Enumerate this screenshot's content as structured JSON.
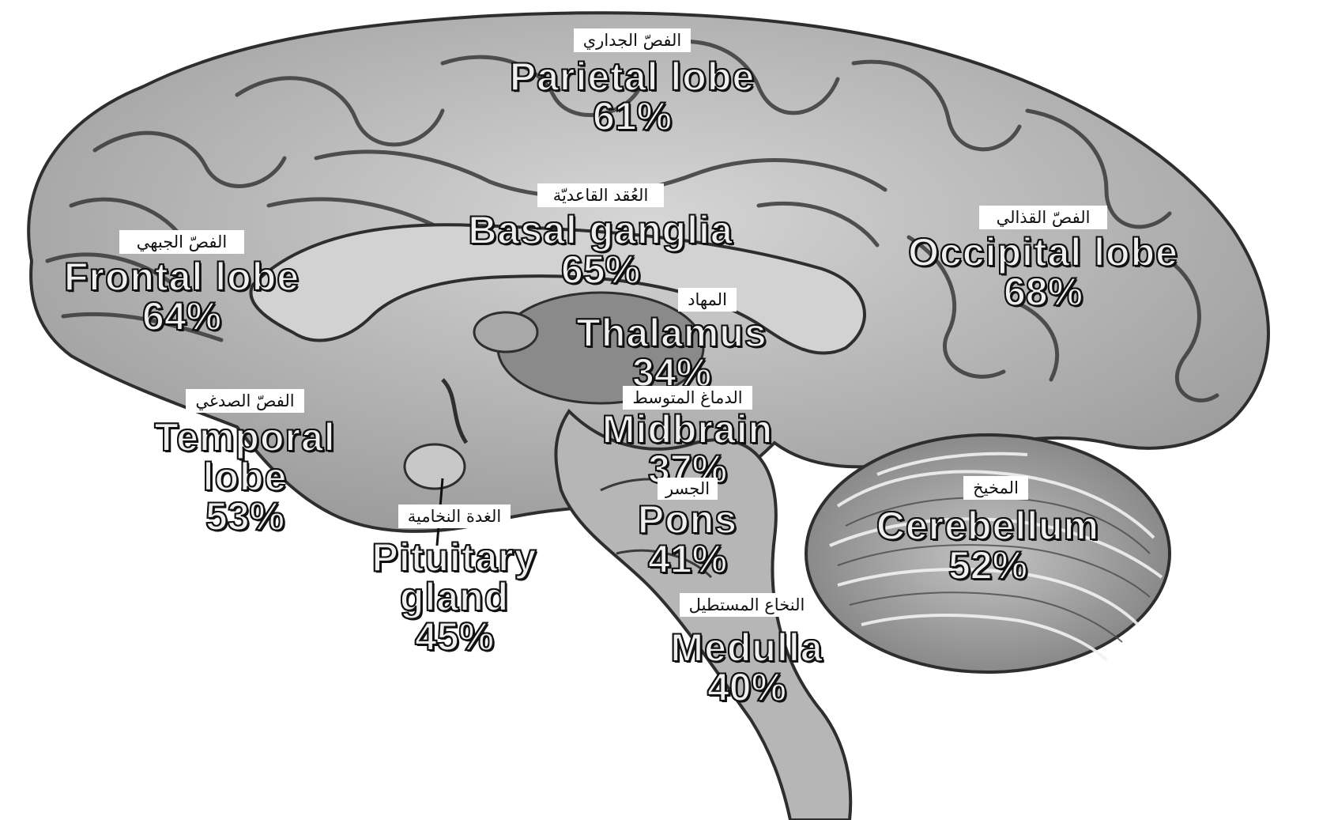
{
  "regions": {
    "parietal": {
      "arabic": "الفصّ الجداري",
      "english": "Parietal lobe",
      "percent": "61%"
    },
    "basal": {
      "arabic": "العُقد القاعديّة",
      "english": "Basal ganglia",
      "percent": "65%"
    },
    "occipital": {
      "arabic": "الفصّ القذالي",
      "english": "Occipital lobe",
      "percent": "68%"
    },
    "frontal": {
      "arabic": "الفصّ     الجبهي",
      "english": "Frontal lobe",
      "percent": "64%"
    },
    "thalamus": {
      "arabic": "المهاد",
      "english": "Thalamus",
      "percent": "34%"
    },
    "temporal": {
      "arabic": "الفصّ الصدغي",
      "english_line1": "Temporal",
      "english_line2": "lobe",
      "percent": "53%"
    },
    "midbrain": {
      "arabic": "الدماغ المتوسط",
      "english": "Midbrain",
      "percent": "37%"
    },
    "pons": {
      "arabic": "الجسر",
      "english": "Pons",
      "percent": "41%"
    },
    "cerebellum": {
      "arabic": "المخيخ",
      "english": "Cerebellum",
      "percent": "52%"
    },
    "pituitary": {
      "arabic": "الغدة النخامية",
      "english_line1": "Pituitary",
      "english_line2": "gland",
      "percent": "45%"
    },
    "medulla": {
      "arabic": "النخاع المستطيل",
      "english": "Medulla",
      "percent": "40%"
    }
  },
  "colors": {
    "brain_fill": "#bdbdbd",
    "gyri_line": "#3a3a3a",
    "cerebellum_fill": "#9e9e9e",
    "label_text": "#efefef",
    "label_outline": "#111111"
  }
}
